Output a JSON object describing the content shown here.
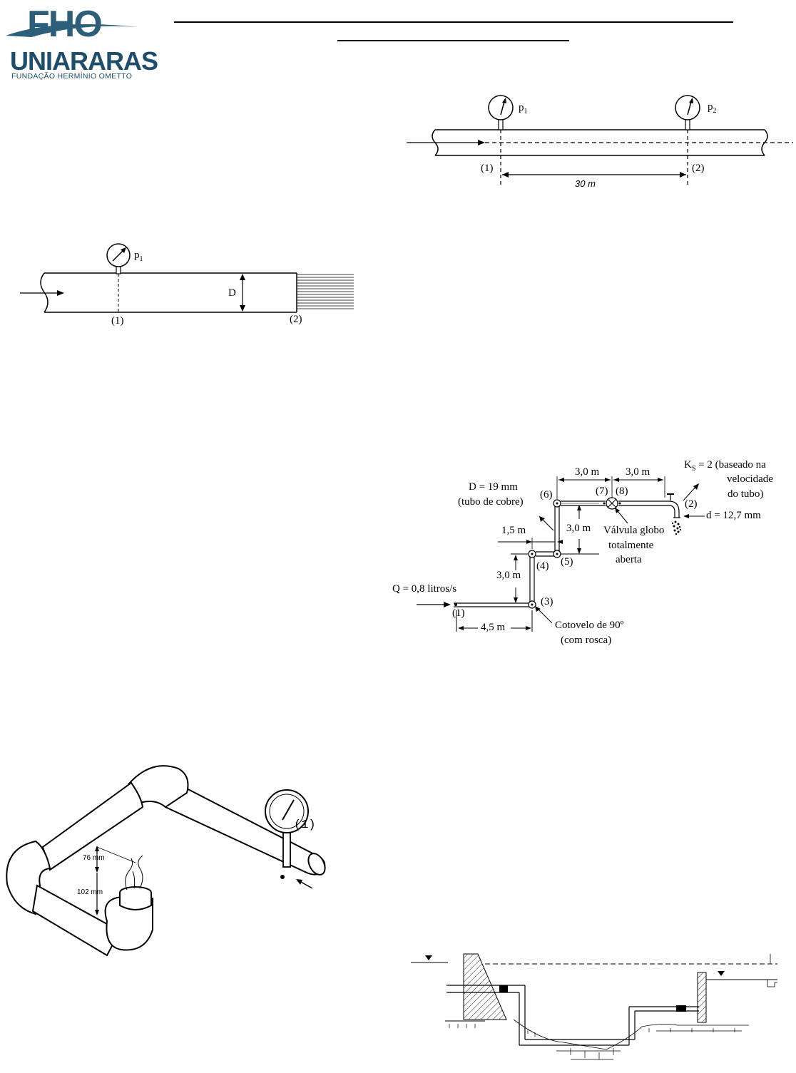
{
  "logo": {
    "top": "FHO",
    "middle": "UNIARARAS",
    "subtitle": "FUNDAÇÃO HERMÍNIO OMETTO"
  },
  "colors": {
    "logo_dark": "#1d4f6d",
    "logo_light": "#2d5f7a"
  },
  "figure_two_gauges": {
    "label_p1": "p",
    "label_p1_sub": "1",
    "label_p2": "p",
    "label_p2_sub": "2",
    "section1": "(1)",
    "section2": "(2)",
    "distance": "30 m"
  },
  "figure_one_gauge": {
    "label_p1": "p",
    "label_p1_sub": "1",
    "diameter": "D",
    "section1": "(1)",
    "section2": "(2)"
  },
  "figure_piping": {
    "diameter": "D = 19 mm",
    "material": "(tubo de cobre)",
    "len_a": "3,0 m",
    "len_b": "3,0 m",
    "len_c": "1,5 m",
    "len_d": "3,0 m",
    "len_e": "3,0 m",
    "len_f": "4,5 m",
    "ks_line1": "K",
    "ks_sub": "S",
    "ks_line1_rest": " = 2 (baseado na",
    "ks_line2": "velocidade",
    "ks_line3": "do tubo)",
    "nozzle": "d = 12,7 mm",
    "valve_line1": "Válvula globo",
    "valve_line2": "totalmente",
    "valve_line3": "aberta",
    "flow": "Q = 0,8 litros/s",
    "elbow_line1": "Cotovelo de 90º",
    "elbow_line2": "(com rosca)",
    "n1": "(1)",
    "n2": "(2)",
    "n3": "(3)",
    "n4": "(4)",
    "n5": "(5)",
    "n6": "(6)",
    "n7": "(7)",
    "n8": "(8)"
  },
  "figure_gauge_elbow": {
    "section1": "(1)",
    "dim_a": "76 mm",
    "dim_b": "102 mm"
  }
}
